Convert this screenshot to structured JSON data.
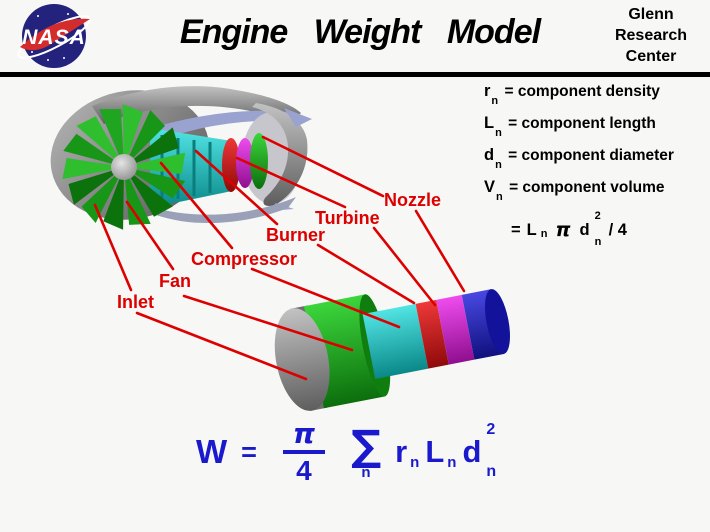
{
  "header": {
    "logo_text": "NASA",
    "title": "Engine Weight Model",
    "org_lines": [
      "Glenn",
      "Research",
      "Center"
    ]
  },
  "definitions": [
    {
      "base": "r",
      "sub": "n",
      "text": "= component density"
    },
    {
      "base": "L",
      "sub": "n",
      "text": "= component  length"
    },
    {
      "base": "d",
      "sub": "n",
      "text": "= component  diameter"
    },
    {
      "base": "V",
      "sub": "n",
      "text": "= component  volume"
    }
  ],
  "volume_formula": {
    "equals": "=",
    "L": "L",
    "L_sub": "n",
    "pi": "π",
    "d": "d",
    "d_sup": "2",
    "d_sub": "n",
    "divisor": "/ 4"
  },
  "labels": {
    "nozzle": "Nozzle",
    "turbine": "Turbine",
    "burner": "Burner",
    "compressor": "Compressor",
    "fan": "Fan",
    "inlet": "Inlet"
  },
  "equation": {
    "W": "W",
    "equals": "=",
    "pi": "π",
    "four": "4",
    "sigma": "∑",
    "sigma_sub": "n",
    "r": "r",
    "r_sub": "n",
    "L": "L",
    "L_sub": "n",
    "d": "d",
    "d_sup": "2",
    "d_sub": "n"
  },
  "colors": {
    "bg": "#f7f7f6",
    "accent-red": "#dd0000",
    "equation-blue": "#1a1acc",
    "text-black": "#000000",
    "nacelle-gray": "#8f8f8f",
    "cowl-lavender": "#9aa2cf",
    "fan-green": "#1fa51f",
    "compressor-cyan": "#18b6b6",
    "burner-red": "#cc1111",
    "turbine-magenta": "#cc22cc",
    "nozzle-blue": "#2222cc",
    "inlet-gray": "#8a8a8a"
  }
}
